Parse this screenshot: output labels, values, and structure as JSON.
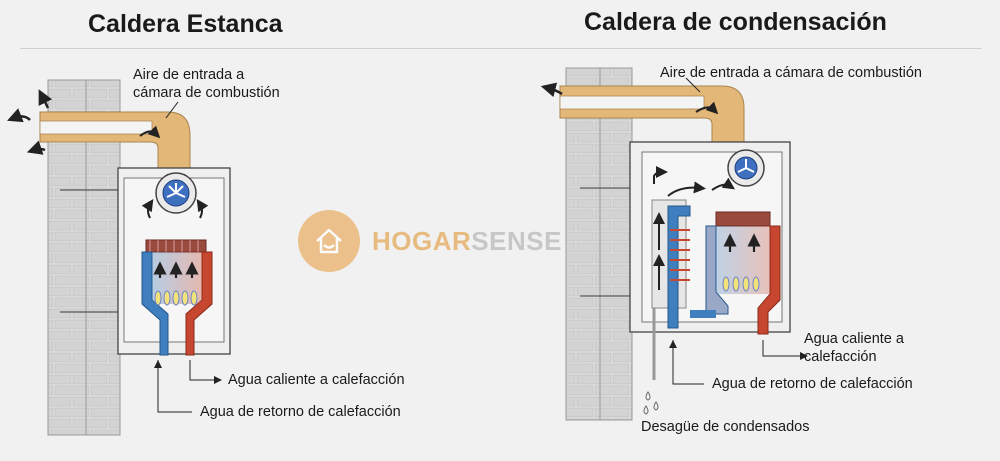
{
  "titles": {
    "left": "Caldera Estanca",
    "right": "Caldera de condensación"
  },
  "left_labels": {
    "air_intake_line1": "Aire de entrada a",
    "air_intake_line2": "cámara de combustión",
    "hot_water": "Agua caliente a calefacción",
    "return_water": "Agua de retorno de calefacción"
  },
  "right_labels": {
    "air_intake": "Aire de entrada a cámara de combustión",
    "hot_water_line1": "Agua caliente a",
    "hot_water_line2": "calefacción",
    "return_water": "Agua de retorno de calefacción",
    "condensate": "Desagüe de condensados"
  },
  "watermark": {
    "part1": "HOGAR",
    "part2": "SENSE"
  },
  "colors": {
    "duct": "#e3b778",
    "duct_inner": "#f4f4f4",
    "hot": "#c7462f",
    "cold": "#3f7fbf",
    "wall": "#d8d8d8",
    "brand": "#e4a85b"
  },
  "icons": [
    "fan-icon",
    "flame-icon",
    "house-icon",
    "arrow-icon",
    "drop-icon"
  ]
}
